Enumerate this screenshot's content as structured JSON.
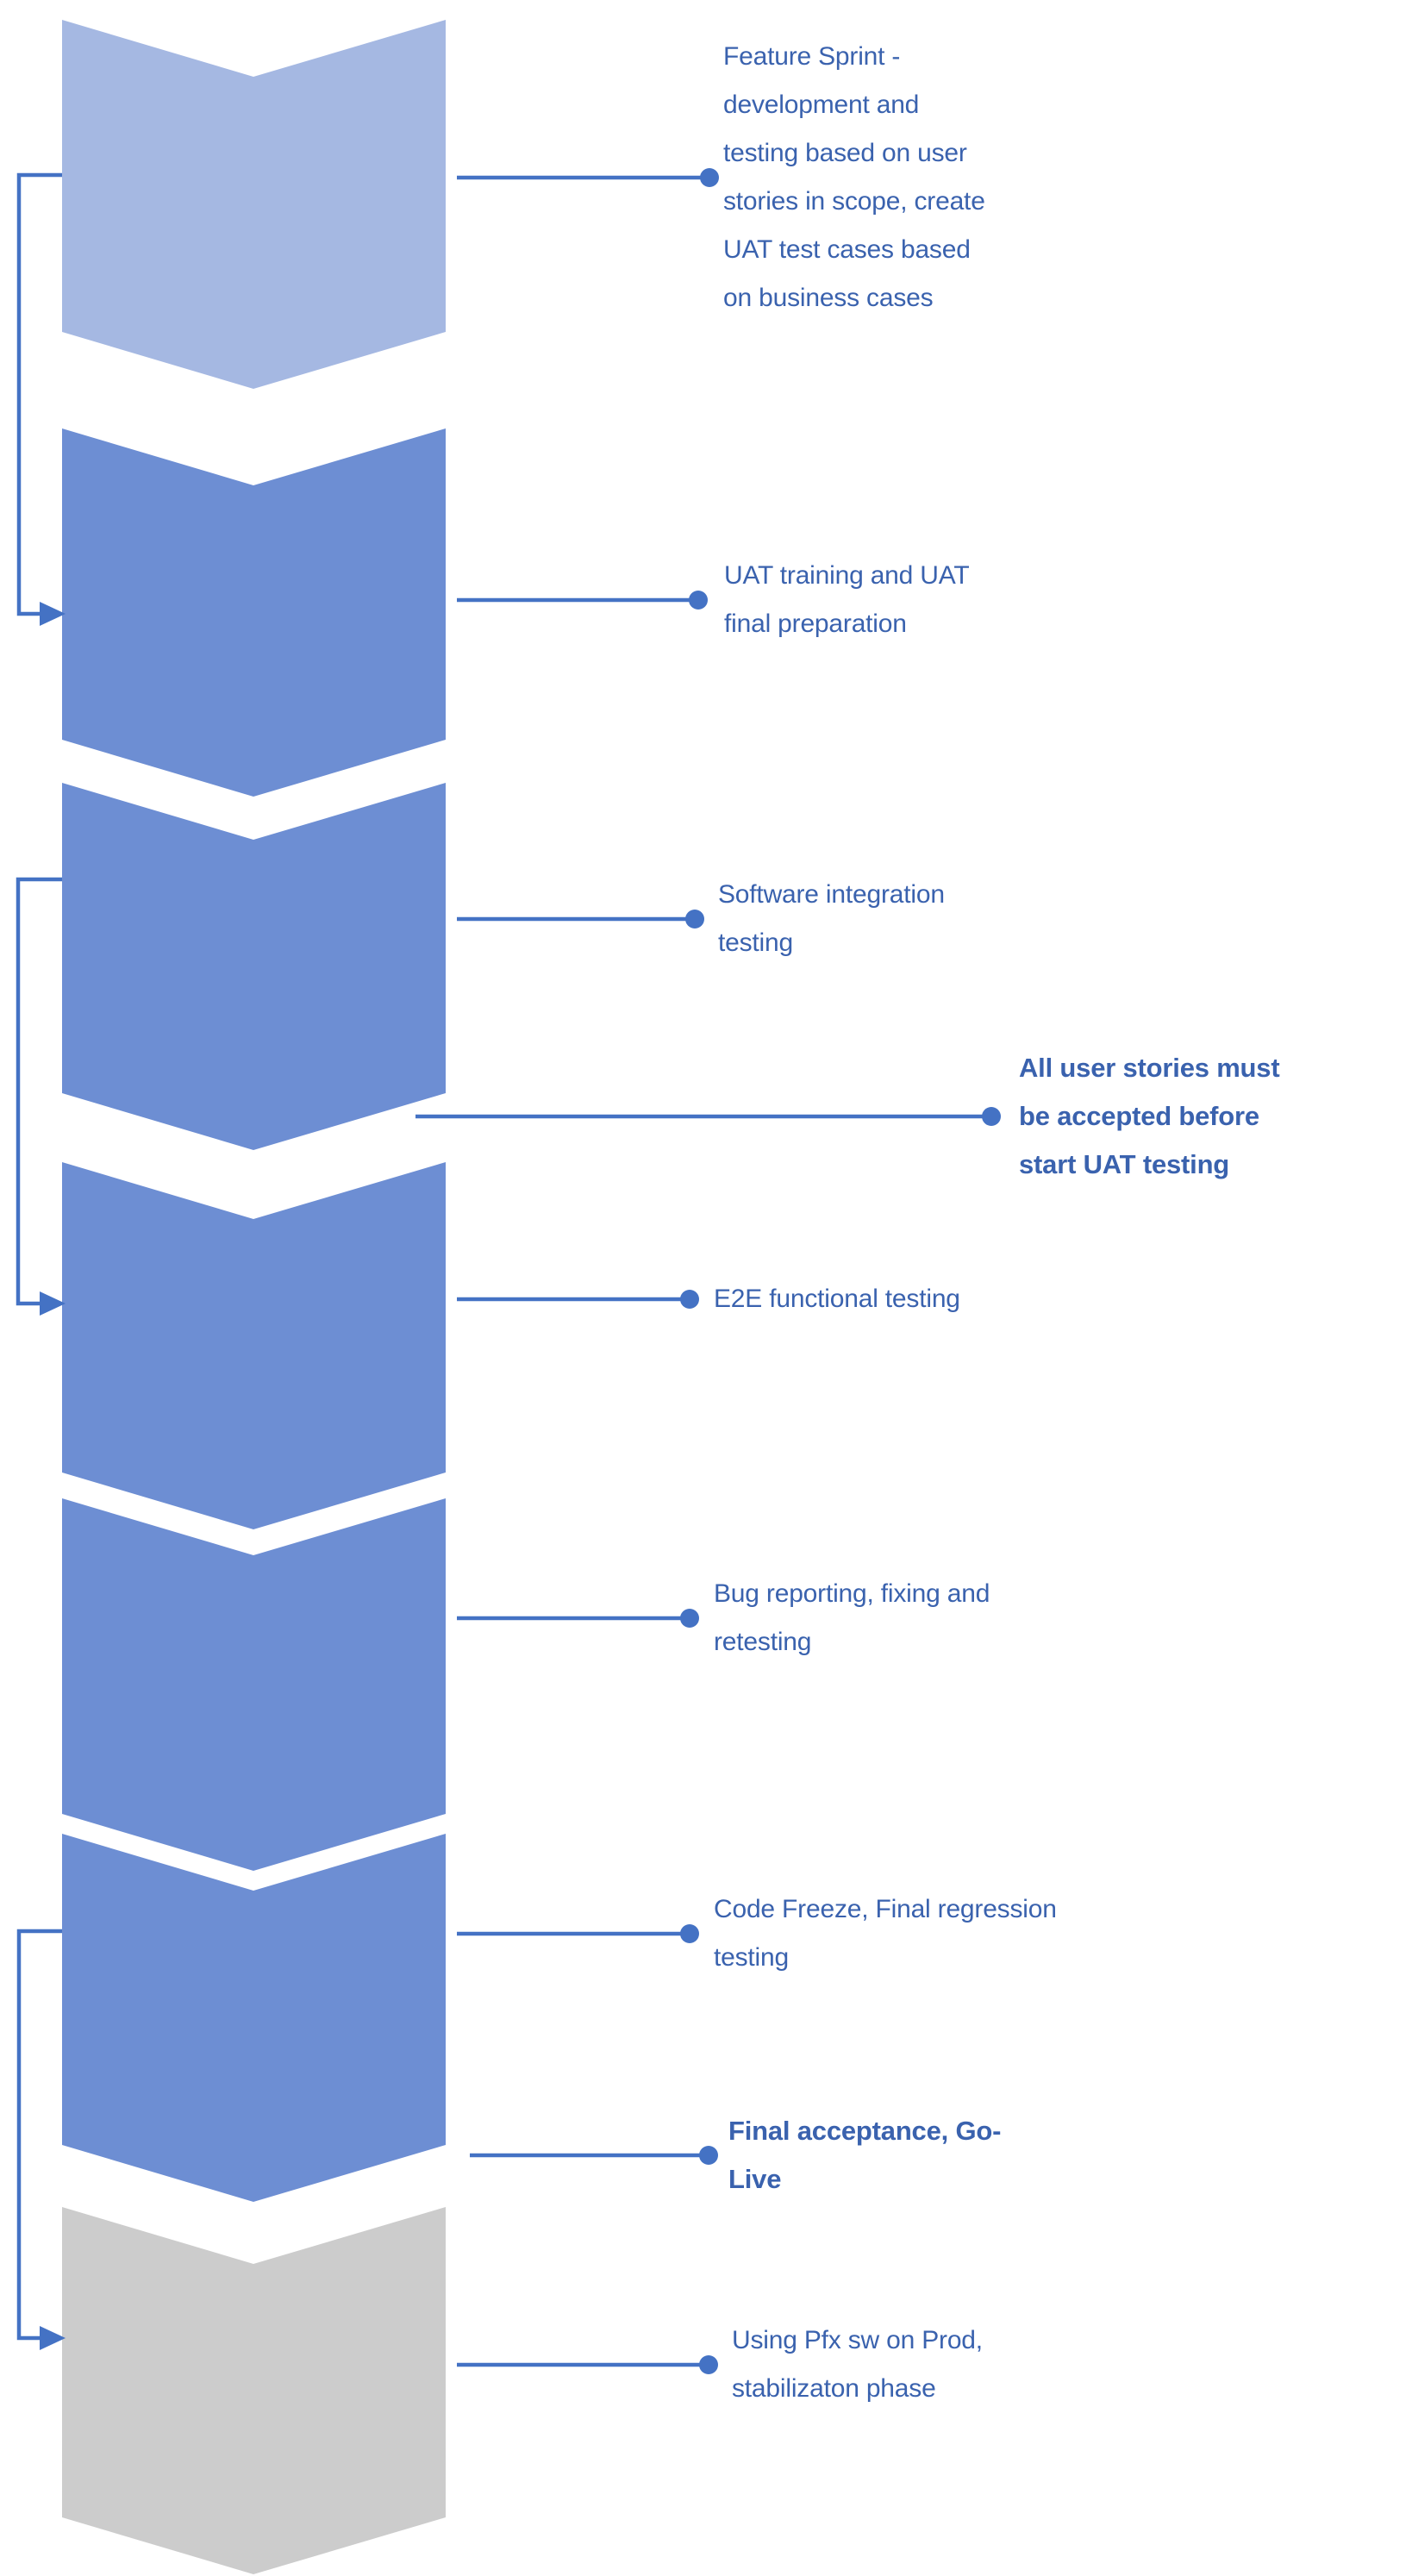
{
  "figure_type": "chevron-process-flow",
  "colors": {
    "chevron_light": "#A5B8E2",
    "chevron_blue": "#6D8ED3",
    "chevron_gray": "#CCCCCC",
    "connector": "#4472C4",
    "label_text": "#3A62AE"
  },
  "labels": [
    {
      "text": "Feature Sprint -\ndevelopment and\ntesting based on user\nstories in scope, create\nUAT test cases based\non business cases",
      "bold": false
    },
    {
      "text": "UAT training and UAT\nfinal preparation",
      "bold": false
    },
    {
      "text": "Software integration\ntesting",
      "bold": false
    },
    {
      "text": "All user stories must\nbe accepted before\nstart UAT testing",
      "bold": true
    },
    {
      "text": "E2E functional testing",
      "bold": false
    },
    {
      "text": "Bug reporting, fixing and\nretesting",
      "bold": false
    },
    {
      "text": "Code Freeze, Final regression\ntesting",
      "bold": false
    },
    {
      "text": "Final acceptance, Go-\nLive",
      "bold": true
    },
    {
      "text": "Using Pfx sw on Prod,\nstabilizaton phase",
      "bold": false
    }
  ]
}
